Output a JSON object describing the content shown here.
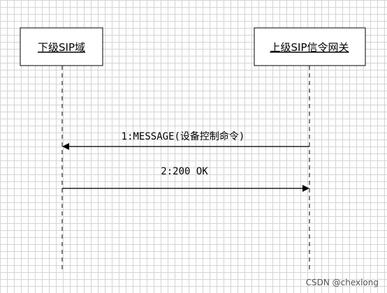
{
  "diagram": {
    "lifelines": [
      {
        "label": "下级SIP域"
      },
      {
        "label": "上级SIP信令网关"
      }
    ],
    "messages": [
      {
        "label": "1:MESSAGE(设备控制命令)",
        "from": 1,
        "to": 0
      },
      {
        "label": "2:200 OK",
        "from": 0,
        "to": 1
      }
    ]
  },
  "watermark": "CSDN @chexlong"
}
